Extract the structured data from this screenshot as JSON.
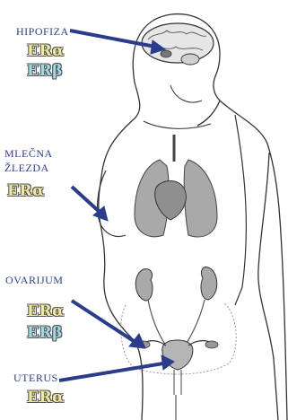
{
  "labels": {
    "hipofiza": "HIPOFIZA",
    "mlecna_line1": "MLEČNA",
    "mlecna_line2": "ŽLEZDA",
    "ovarijum": "OVARIJUM",
    "uterus": "UTERUS"
  },
  "receptors": {
    "hipofiza_alpha": "ERα",
    "hipofiza_beta": "ERβ",
    "mlecna_alpha": "ERα",
    "ovarijum_alpha": "ERα",
    "ovarijum_beta": "ERβ",
    "uterus_alpha": "ERα"
  },
  "colors": {
    "label_text": "#2b3d8f",
    "arrow": "#2a3c8c",
    "er_alpha_fill": "#efe99a",
    "er_beta_fill": "#9fd9e6",
    "organ_fill": "#a9a9a9",
    "outline": "#333333"
  }
}
